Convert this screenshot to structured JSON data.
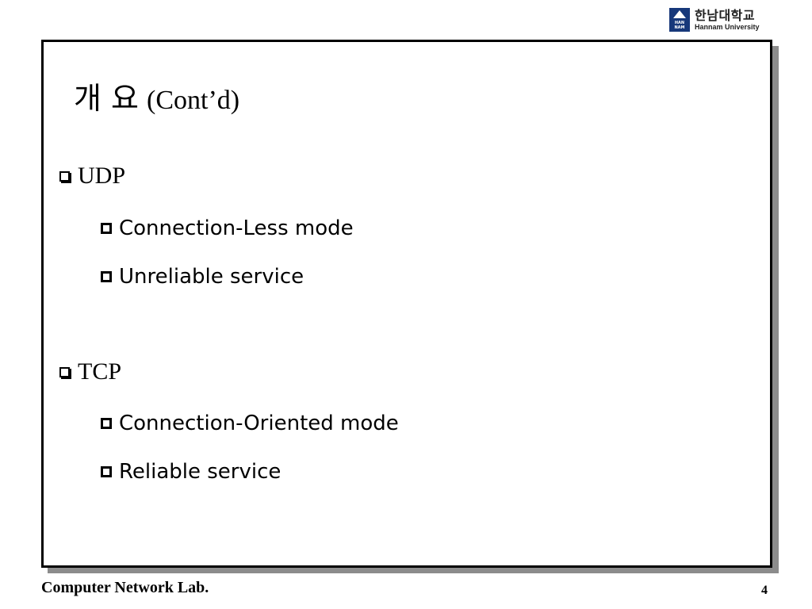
{
  "logo": {
    "mark_text_1": "HAN",
    "mark_text_2": "NAM",
    "korean_name": "한남대학교",
    "english_name": "Hannam University"
  },
  "slide": {
    "title_korean": "개 요",
    "title_suffix": "(Cont’d)",
    "sections": [
      {
        "heading": "UDP",
        "items": [
          "Connection-Less mode",
          "Unreliable service"
        ]
      },
      {
        "heading": "TCP",
        "items": [
          "Connection-Oriented mode",
          "Reliable service"
        ]
      }
    ]
  },
  "footer": {
    "lab_name": "Computer Network Lab.",
    "page_number": "4"
  },
  "colors": {
    "logo_blue": "#17387a",
    "frame_border": "#000000",
    "frame_shadow": "#8c8c8c"
  }
}
